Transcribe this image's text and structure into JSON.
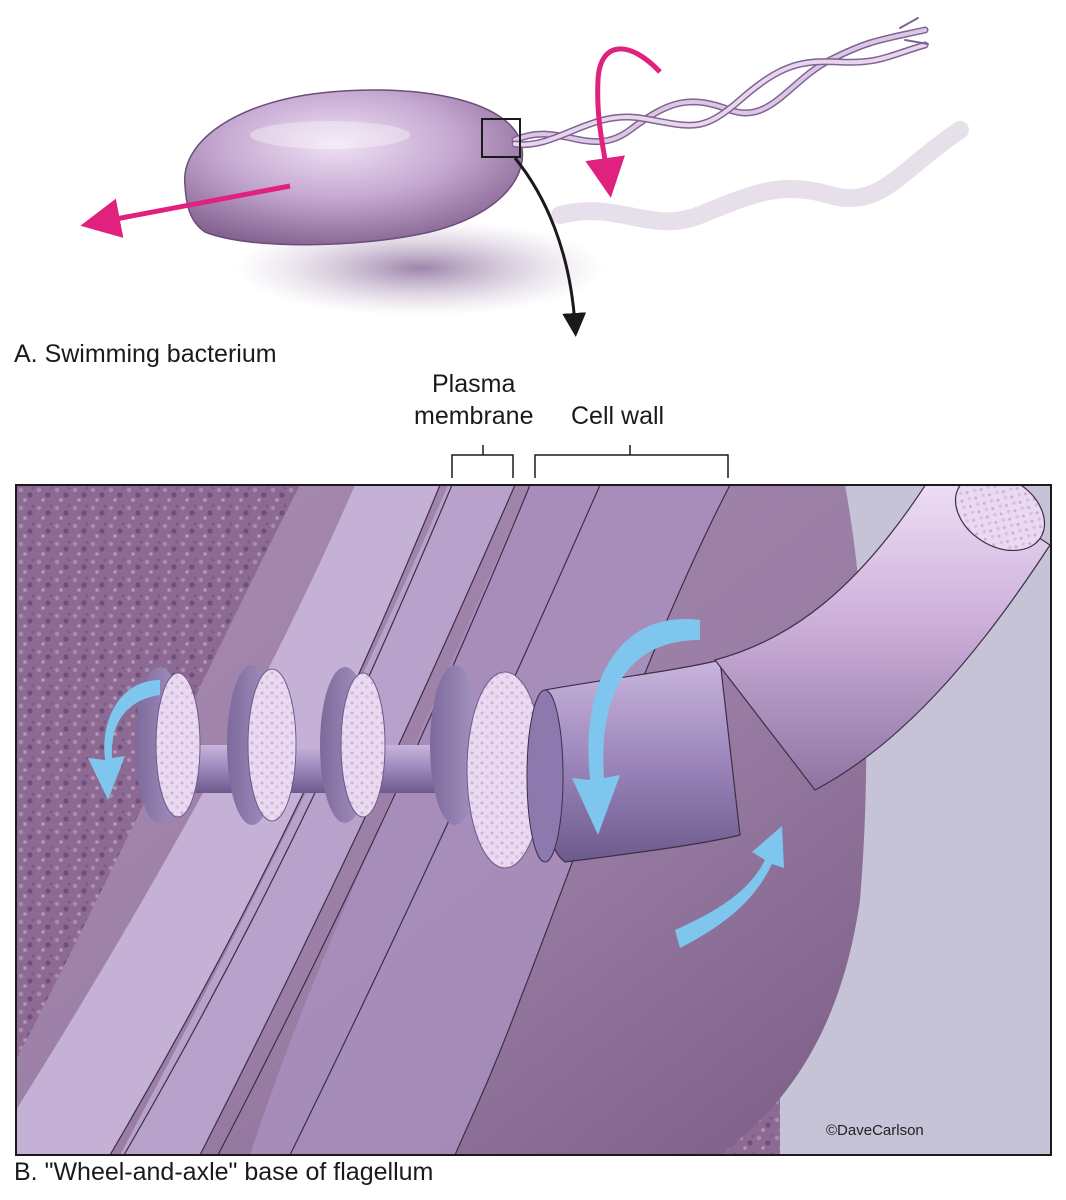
{
  "panel_a": {
    "caption": "A. Swimming bacterium"
  },
  "panel_b": {
    "caption": "B. \"Wheel-and-axle\" base of flagellum",
    "labels": {
      "plasma_line1": "Plasma",
      "plasma_line2": "membrane",
      "cell_wall": "Cell wall"
    },
    "credit": "©DaveCarlson"
  },
  "colors": {
    "motion_arrow": "#e0217e",
    "rotation_arrow": "#7fc6ee",
    "cell_body": "#b697c4",
    "membrane": "#a48fb8",
    "background_cytoplasm": "#8a6590",
    "flagellum": "#d4b8e2"
  }
}
